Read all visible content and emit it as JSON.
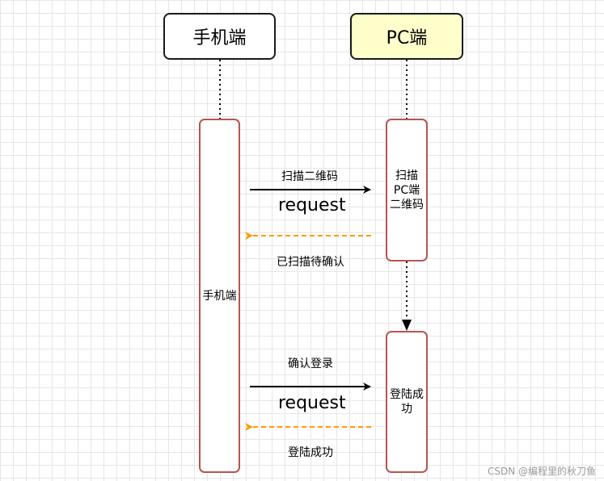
{
  "actors": {
    "phone": "手机端",
    "pc": "PC端"
  },
  "lifeline_boxes": {
    "phone": "手机端",
    "pc_scan": [
      "扫描",
      "PC端",
      "二维码"
    ],
    "pc_login": [
      "登陆成",
      "功"
    ]
  },
  "messages": {
    "scan": {
      "label": "扫描二维码",
      "request": "request",
      "response": "已扫描待确认"
    },
    "confirm": {
      "label": "确认登录",
      "request": "request",
      "response": "登陆成功"
    }
  },
  "watermark": "CSDN @编程里的秋刀鱼",
  "colors": {
    "grid": "#e6e6e6",
    "pc_actor_fill": "#ffffcc",
    "box_border": "#b85450",
    "response_arrow": "#ff9900",
    "request_arrow": "#000000"
  }
}
